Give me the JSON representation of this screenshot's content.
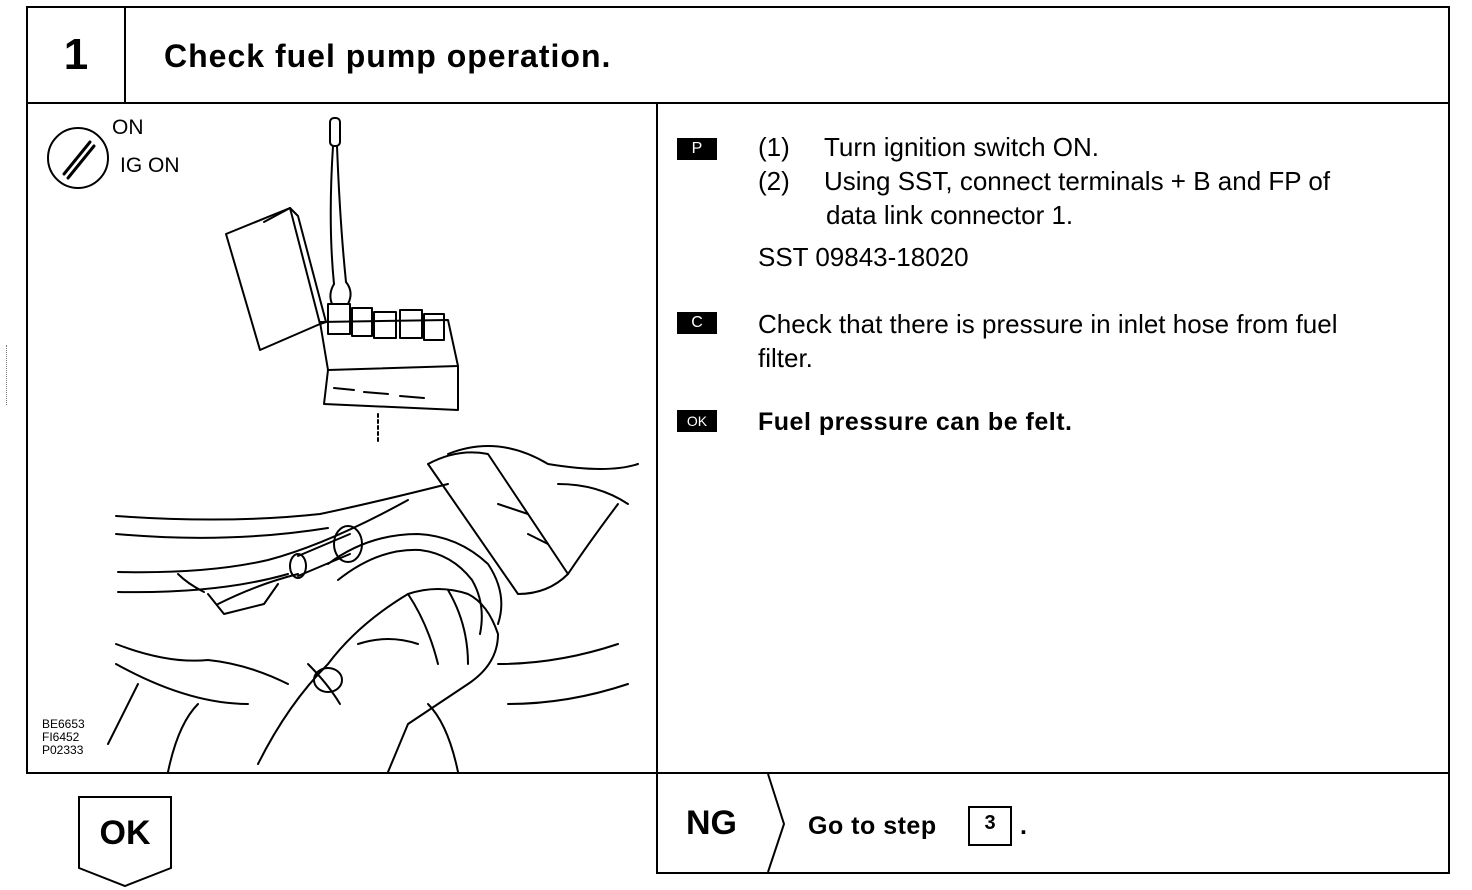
{
  "step": {
    "number": "1",
    "title": "Check fuel pump operation."
  },
  "illustration": {
    "switch_labels": [
      "ON",
      "IG ON"
    ],
    "figure_codes": [
      "BE6653",
      "FI6452",
      "P02333"
    ]
  },
  "procedure": {
    "p_badge": "P",
    "step1_num": "(1)",
    "step1_text": "Turn ignition switch ON.",
    "step2_num": "(2)",
    "step2_text_line1": "Using SST, connect terminals + B and  FP of",
    "step2_text_line2": "data link connector 1.",
    "sst": "SST 09843-18020"
  },
  "check": {
    "c_badge": "C",
    "line1": "Check that there is pressure in inlet hose from fuel",
    "line2": "filter."
  },
  "result": {
    "ok_badge": "OK",
    "text": "Fuel pressure can be felt."
  },
  "footer": {
    "ok_label": "OK",
    "ng_label": "NG",
    "goto_text": "Go to step",
    "goto_step": "3",
    "goto_suffix": "."
  }
}
